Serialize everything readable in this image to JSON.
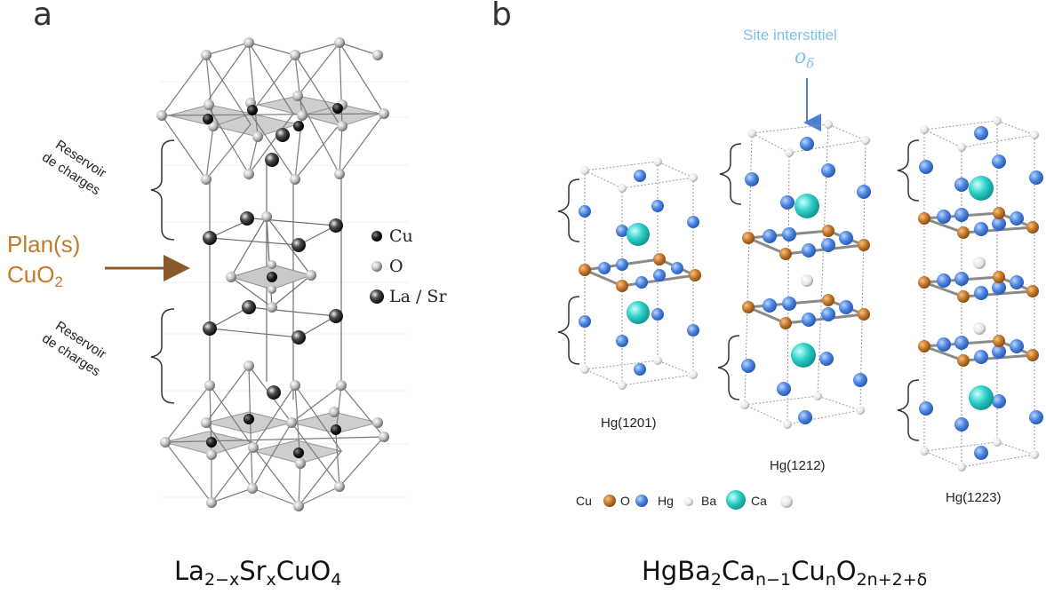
{
  "panel_a": {
    "letter": "a",
    "reservoir_top": [
      "Reservoir",
      "de charges"
    ],
    "reservoir_bottom": [
      "Reservoir",
      "de charges"
    ],
    "plane_label_line1": "Plan(s)",
    "plane_label_line2_base": "CuO",
    "plane_label_line2_sub": "2",
    "legend": [
      {
        "label": "Cu",
        "color": "#1b1b1b"
      },
      {
        "label": "O",
        "color": "#b9b9b9"
      },
      {
        "label": "La / Sr",
        "color": "#4a4a4a"
      }
    ],
    "formula": {
      "p1": "La",
      "s1": "2−x",
      "p2": "Sr",
      "s2": "x",
      "p3": "CuO",
      "s3": "4"
    }
  },
  "panel_b": {
    "letter": "b",
    "site_label": "Site interstitiel",
    "site_symbol": "o",
    "site_symbol_sub": "δ",
    "structures": [
      "Hg(1201)",
      "Hg(1212)",
      "Hg(1223)"
    ],
    "legend": [
      {
        "label": "Cu",
        "color": "#c87a2a"
      },
      {
        "label": "O",
        "color": "#4f87e0"
      },
      {
        "label": "Hg",
        "color": "#d8d8d8"
      },
      {
        "label": "Ba",
        "color": "#2ecfc8"
      },
      {
        "label": "Ca",
        "color": "#e6e6e6"
      }
    ],
    "formula": {
      "p1": "HgBa",
      "s1": "2",
      "p2": "Ca",
      "s2": "n−1",
      "p3": "Cu",
      "s3": "n",
      "p4": "O",
      "s4": "2n+2+δ"
    }
  },
  "colors": {
    "o_blue": "#4f87e0",
    "cu_orange": "#c87a2a",
    "ba_cyan": "#2ecfc8",
    "hg_white": "#d8d8d8",
    "plan_label": "#c47a2b",
    "site_label": "#7ec0ef",
    "arrow_blue": "#4f7fd0",
    "arrow_brown": "#8a5a2a"
  }
}
